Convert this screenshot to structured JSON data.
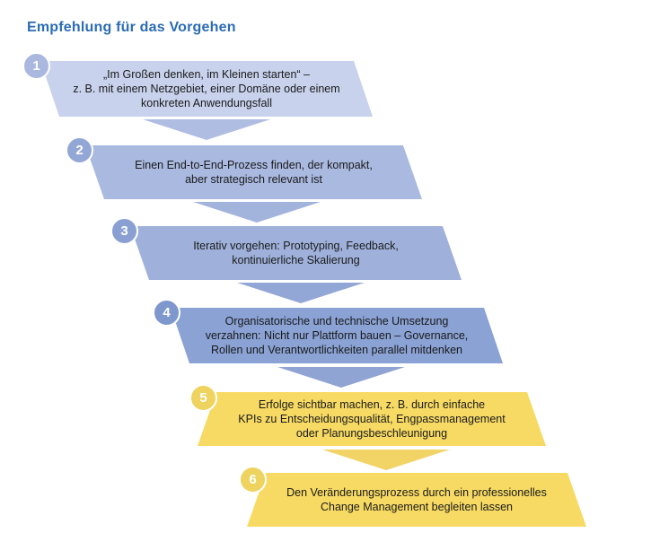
{
  "title": {
    "text": "Empfehlung für das Vorgehen",
    "color": "#2c6cb4"
  },
  "text_color": "#1a1a1a",
  "background_color": "#ffffff",
  "steps": [
    {
      "number": "1",
      "lines": [
        "„Im Großen denken, im Kleinen starten“ –",
        "z. B. mit einem Netzgebiet, einer Domäne oder einem",
        "konkreten Anwendungsfall"
      ],
      "box_color": "#c8d2ec",
      "badge_color": "#aab8e0"
    },
    {
      "number": "2",
      "lines": [
        "Einen End-to-End-Prozess finden, der kompakt,",
        "aber strategisch relevant ist"
      ],
      "box_color": "#aab9e0",
      "badge_color": "#93a7d6"
    },
    {
      "number": "3",
      "lines": [
        "Iterativ vorgehen: Prototyping, Feedback,",
        "kontinuierliche Skalierung"
      ],
      "box_color": "#9fb1db",
      "badge_color": "#8ba0d2"
    },
    {
      "number": "4",
      "lines": [
        "Organisatorische und technische Umsetzung",
        "verzahnen: Nicht nur Plattform bauen – Governance,",
        "Rollen und Verantwortlichkeiten parallel mitdenken"
      ],
      "box_color": "#8aa2d4",
      "badge_color": "#7e97cd"
    },
    {
      "number": "5",
      "lines": [
        "Erfolge sichtbar machen, z. B. durch einfache",
        "KPIs zu Entscheidungsqualität, Engpassmanagement",
        "oder Planungsbeschleunigung"
      ],
      "box_color": "#f7da64",
      "badge_color": "#eed35f"
    },
    {
      "number": "6",
      "lines": [
        "Den Veränderungsprozess durch ein professionelles",
        "Change Management begleiten lassen"
      ],
      "box_color": "#f7da64",
      "badge_color": "#eed35f"
    }
  ],
  "arrows": [
    {
      "from": "1",
      "to": "2",
      "color": "#afbde2"
    },
    {
      "from": "2",
      "to": "3",
      "color": "#a2b3dc"
    },
    {
      "from": "3",
      "to": "4",
      "color": "#93a7d6"
    },
    {
      "from": "4",
      "to": "5",
      "color": "#8fa4d2"
    },
    {
      "from": "5",
      "to": "6",
      "color": "#f2d466"
    }
  ]
}
